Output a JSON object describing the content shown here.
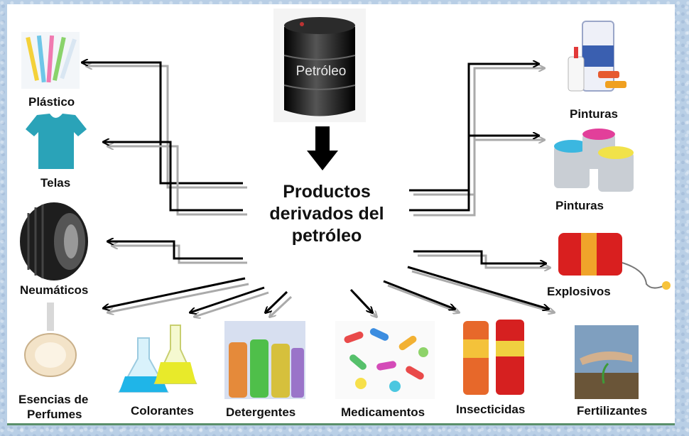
{
  "center": {
    "source": "Petróleo",
    "title_lines": [
      "Productos",
      "derivados del",
      "petróleo"
    ]
  },
  "products": {
    "plastico": "Plástico",
    "telas": "Telas",
    "neumaticos": "Neumáticos",
    "esencias_1": "Esencias de",
    "esencias_2": "Perfumes",
    "colorantes": "Colorantes",
    "detergentes": "Detergentes",
    "medicamentos": "Medicamentos",
    "insecticidas": "Insecticidas",
    "fertilizantes": "Fertilizantes",
    "pinturas_1": "Pinturas",
    "pinturas_2": "Pinturas",
    "explosivos": "Explosivos"
  },
  "colors": {
    "arrow": "#000000",
    "arrow_shadow": "#aaaaaa",
    "barrel": "#1b1b1b",
    "background": "#b9cfe6"
  }
}
